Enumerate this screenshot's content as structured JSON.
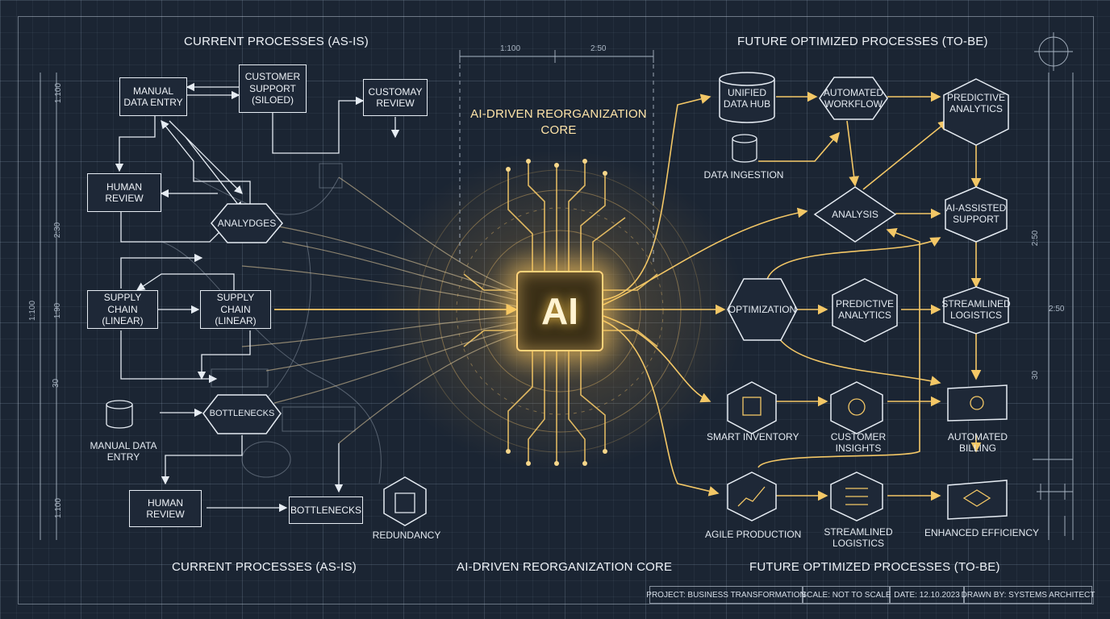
{
  "headers": {
    "left_top": "CURRENT PROCESSES (AS-IS)",
    "right_top": "FUTURE OPTIMIZED PROCESSES (TO-BE)",
    "core_title": "AI-DRIVEN REORGANIZATION CORE",
    "left_bottom": "CURRENT PROCESSES (AS-IS)",
    "center_bottom": "AI-DRIVEN REORGANIZATION CORE",
    "right_bottom": "FUTURE OPTIMIZED PROCESSES (TO-BE)"
  },
  "ai_label": "AI",
  "dimensions": {
    "top_left_scale": "1:100",
    "top_right_scale": "2:50",
    "left_a": "1:100",
    "left_b": "2:30",
    "left_c": "1:100",
    "left_d": "1:90",
    "left_e": "30",
    "left_f": "1:100",
    "right_a": "2:50",
    "right_b": "2:50",
    "right_c": "30"
  },
  "as_is": {
    "manual_data_entry": "MANUAL DATA ENTRY",
    "customer_support": "CUSTOMER SUPPORT (SILOED)",
    "customer_review": "CUSTOMAY REVIEW",
    "human_review_1": "HUMAN REVIEW",
    "analyses": "ANALYDGES",
    "supply_chain_1": "SUPPLY CHAIN (LINEAR)",
    "supply_chain_2": "SUPPLY CHAIN (LINEAR)",
    "bottlenecks_1": "BOTTLENECKS",
    "manual_data_entry_2": "MANUAL DATA ENTRY",
    "human_review_2": "HUMAN REVIEW",
    "bottlenecks_2": "BOTTLENECKS",
    "redundancy": "REDUNDANCY"
  },
  "to_be": {
    "unified_data_hub": "UNIFIED DATA HUB",
    "automated_workflow": "AUTOMATED WORKFLOW",
    "predictive_analytics_1": "PREDICTIVE ANALYTICS",
    "data_ingestion": "DATA INGESTION",
    "analysis": "ANALYSIS",
    "ai_assisted_support": "AI-ASSISTED SUPPORT",
    "optimization": "OPTIMIZATION",
    "predictive_analytics_2": "PREDICTIVE ANALYTICS",
    "streamlined_logistics_1": "STREAMLINED LOGISTICS",
    "smart_inventory": "SMART INVENTORY",
    "customer_insights": "CUSTOMER INSIGHTS",
    "automated_billing": "AUTOMATED BILLING",
    "agile_production": "AGILE PRODUCTION",
    "streamlined_logistics_2": "STREAMLINED LOGISTICS",
    "enhanced_efficiency": "ENHANCED EFFICIENCY"
  },
  "title_block": {
    "project": "PROJECT: BUSINESS TRANSFORMATION",
    "scale": "SCALE: NOT TO SCALE",
    "date": "DATE: 12.10.2023",
    "drawn_by": "DRAWN BY: SYSTEMS ARCHITECT"
  },
  "colors": {
    "background": "#1b2533",
    "line": "#e6ecf3",
    "glow": "#ffc94d"
  }
}
